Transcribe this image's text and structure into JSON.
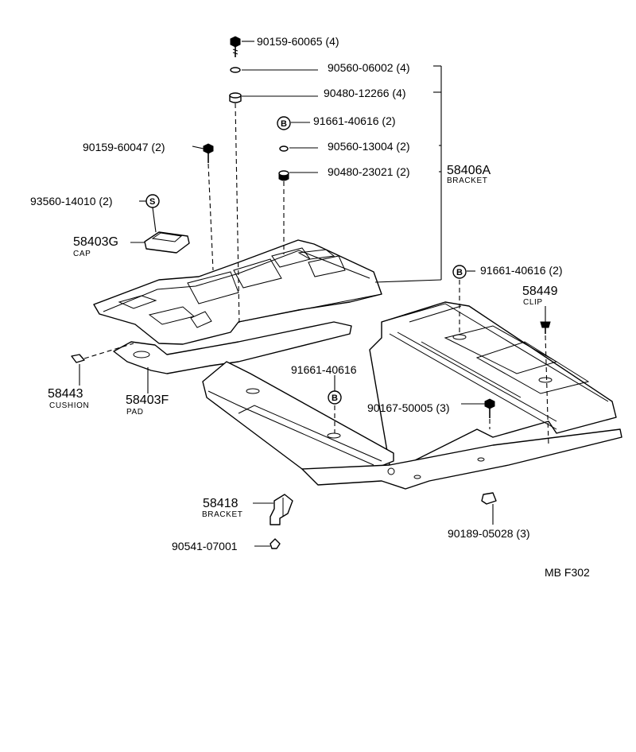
{
  "parts": {
    "p1": {
      "number": "90159-60065",
      "qty": "(4)"
    },
    "p2": {
      "number": "90560-06002",
      "qty": "(4)"
    },
    "p3": {
      "number": "90480-12266",
      "qty": "(4)"
    },
    "p4": {
      "number": "91661-40616",
      "qty": "(2)",
      "marker": "B"
    },
    "p5": {
      "number": "90159-60047",
      "qty": "(2)"
    },
    "p6": {
      "number": "90560-13004",
      "qty": "(2)"
    },
    "p7": {
      "number": "90480-23021",
      "qty": "(2)"
    },
    "p8": {
      "number": "58406A",
      "name": "BRACKET"
    },
    "p9": {
      "number": "93560-14010",
      "qty": "(2)",
      "marker": "S"
    },
    "p10": {
      "number": "58403G",
      "name": "CAP"
    },
    "p11": {
      "number": "91661-40616",
      "qty": "(2)",
      "marker": "B"
    },
    "p12": {
      "number": "58449",
      "name": "CLIP"
    },
    "p13": {
      "number": "91661-40616",
      "marker": "B"
    },
    "p14": {
      "number": "58443",
      "name": "CUSHION"
    },
    "p15": {
      "number": "58403F",
      "name": "PAD"
    },
    "p16": {
      "number": "90167-50005",
      "qty": "(3)"
    },
    "p17": {
      "number": "58418",
      "name": "BRACKET"
    },
    "p18": {
      "number": "90189-05028",
      "qty": "(3)"
    },
    "p19": {
      "number": "90541-07001"
    }
  },
  "figure_code": "MB F302"
}
